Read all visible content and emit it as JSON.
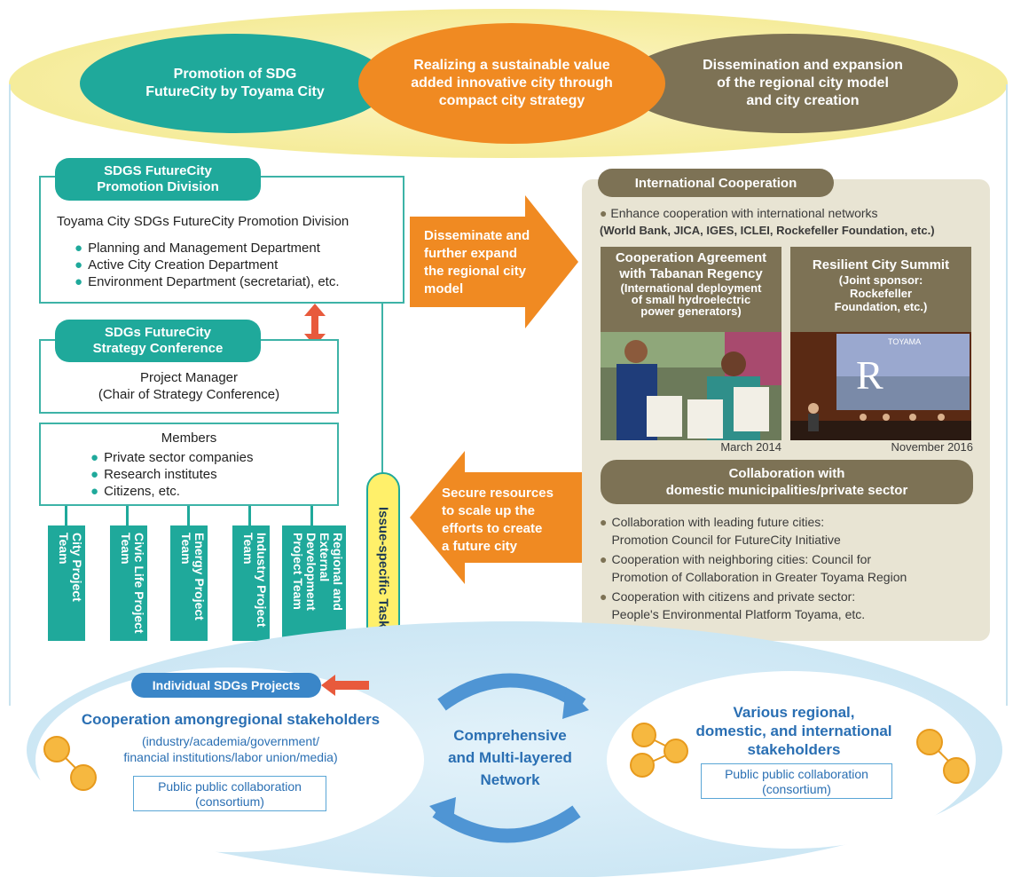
{
  "top": {
    "left_oval": "Promotion of SDG\nFutureCity by Toyama City",
    "center_oval": "Realizing a sustainable value\nadded innovative city through\ncompact city strategy",
    "right_oval": "Dissemination and expansion\nof the regional city model\nand city creation"
  },
  "division": {
    "header": "SDGS FutureCity\nPromotion Division",
    "title": "Toyama City SDGs FutureCity Promotion Division",
    "items": [
      "Planning and Management Department",
      "Active City Creation Department",
      "Environment Department (secretariat), etc."
    ]
  },
  "conference": {
    "header": "SDGs FutureCity\nStrategy Conference",
    "manager": "Project Manager\n(Chair of Strategy Conference)"
  },
  "members": {
    "title": "Members",
    "items": [
      "Private sector companies",
      "Research institutes",
      "Citizens, etc."
    ]
  },
  "teams": [
    "City Project Team",
    "Civic Life Project Team",
    "Energy Project Team",
    "Industry Project Team",
    "Regional and External Development Project Team"
  ],
  "task_force": "Issue-specific Task Force",
  "arrows": {
    "right": "Disseminate and\nfurther expand\nthe regional city\nmodel",
    "left": "Secure resources\nto scale up the\nefforts to create\na future city"
  },
  "international": {
    "header": "International Cooperation",
    "bullet": "Enhance cooperation with international networks",
    "sub": "(World Bank, JICA, IGES, ICLEI, Rockefeller Foundation, etc.)",
    "card1": {
      "title": "Cooperation Agreement\nwith Tabanan Regency",
      "sub": "(International deployment\nof small hydroelectric\npower generators)",
      "date": "March 2014"
    },
    "card2": {
      "title": "Resilient City Summit",
      "sub": "(Joint sponsor:\nRockefeller\nFoundation, etc.)",
      "date": "November 2016",
      "photo_banner": "TOYAMA"
    }
  },
  "domestic": {
    "header": "Collaboration with\ndomestic municipalities/private sector",
    "items": [
      "Collaboration with leading future cities:\nPromotion Council for FutureCity Initiative",
      "Cooperation with neighboring cities: Council for\nPromotion of Collaboration in Greater Toyama Region",
      "Cooperation with citizens and private sector:\nPeople's Environmental Platform Toyama, etc."
    ]
  },
  "bottom": {
    "projects_label": "Individual SDGs Projects",
    "left_title": "Cooperation amongregional stakeholders",
    "left_sub": "(industry/academia/government/\nfinancial institutions/labor union/media)",
    "left_box": "Public public collaboration\n(consortium)",
    "center": "Comprehensive\nand Multi-layered\nNetwork",
    "right_title": "Various regional,\ndomestic, and international\nstakeholders",
    "right_box": "Public public collaboration\n(consortium)"
  },
  "colors": {
    "teal": "#1fa99b",
    "orange": "#f08a22",
    "brown": "#7d7255",
    "yellow": "#f5ec9b",
    "light_blue": "#cbe6f4",
    "blue_text": "#2a6fb3",
    "red_arrow": "#e85a3c"
  }
}
